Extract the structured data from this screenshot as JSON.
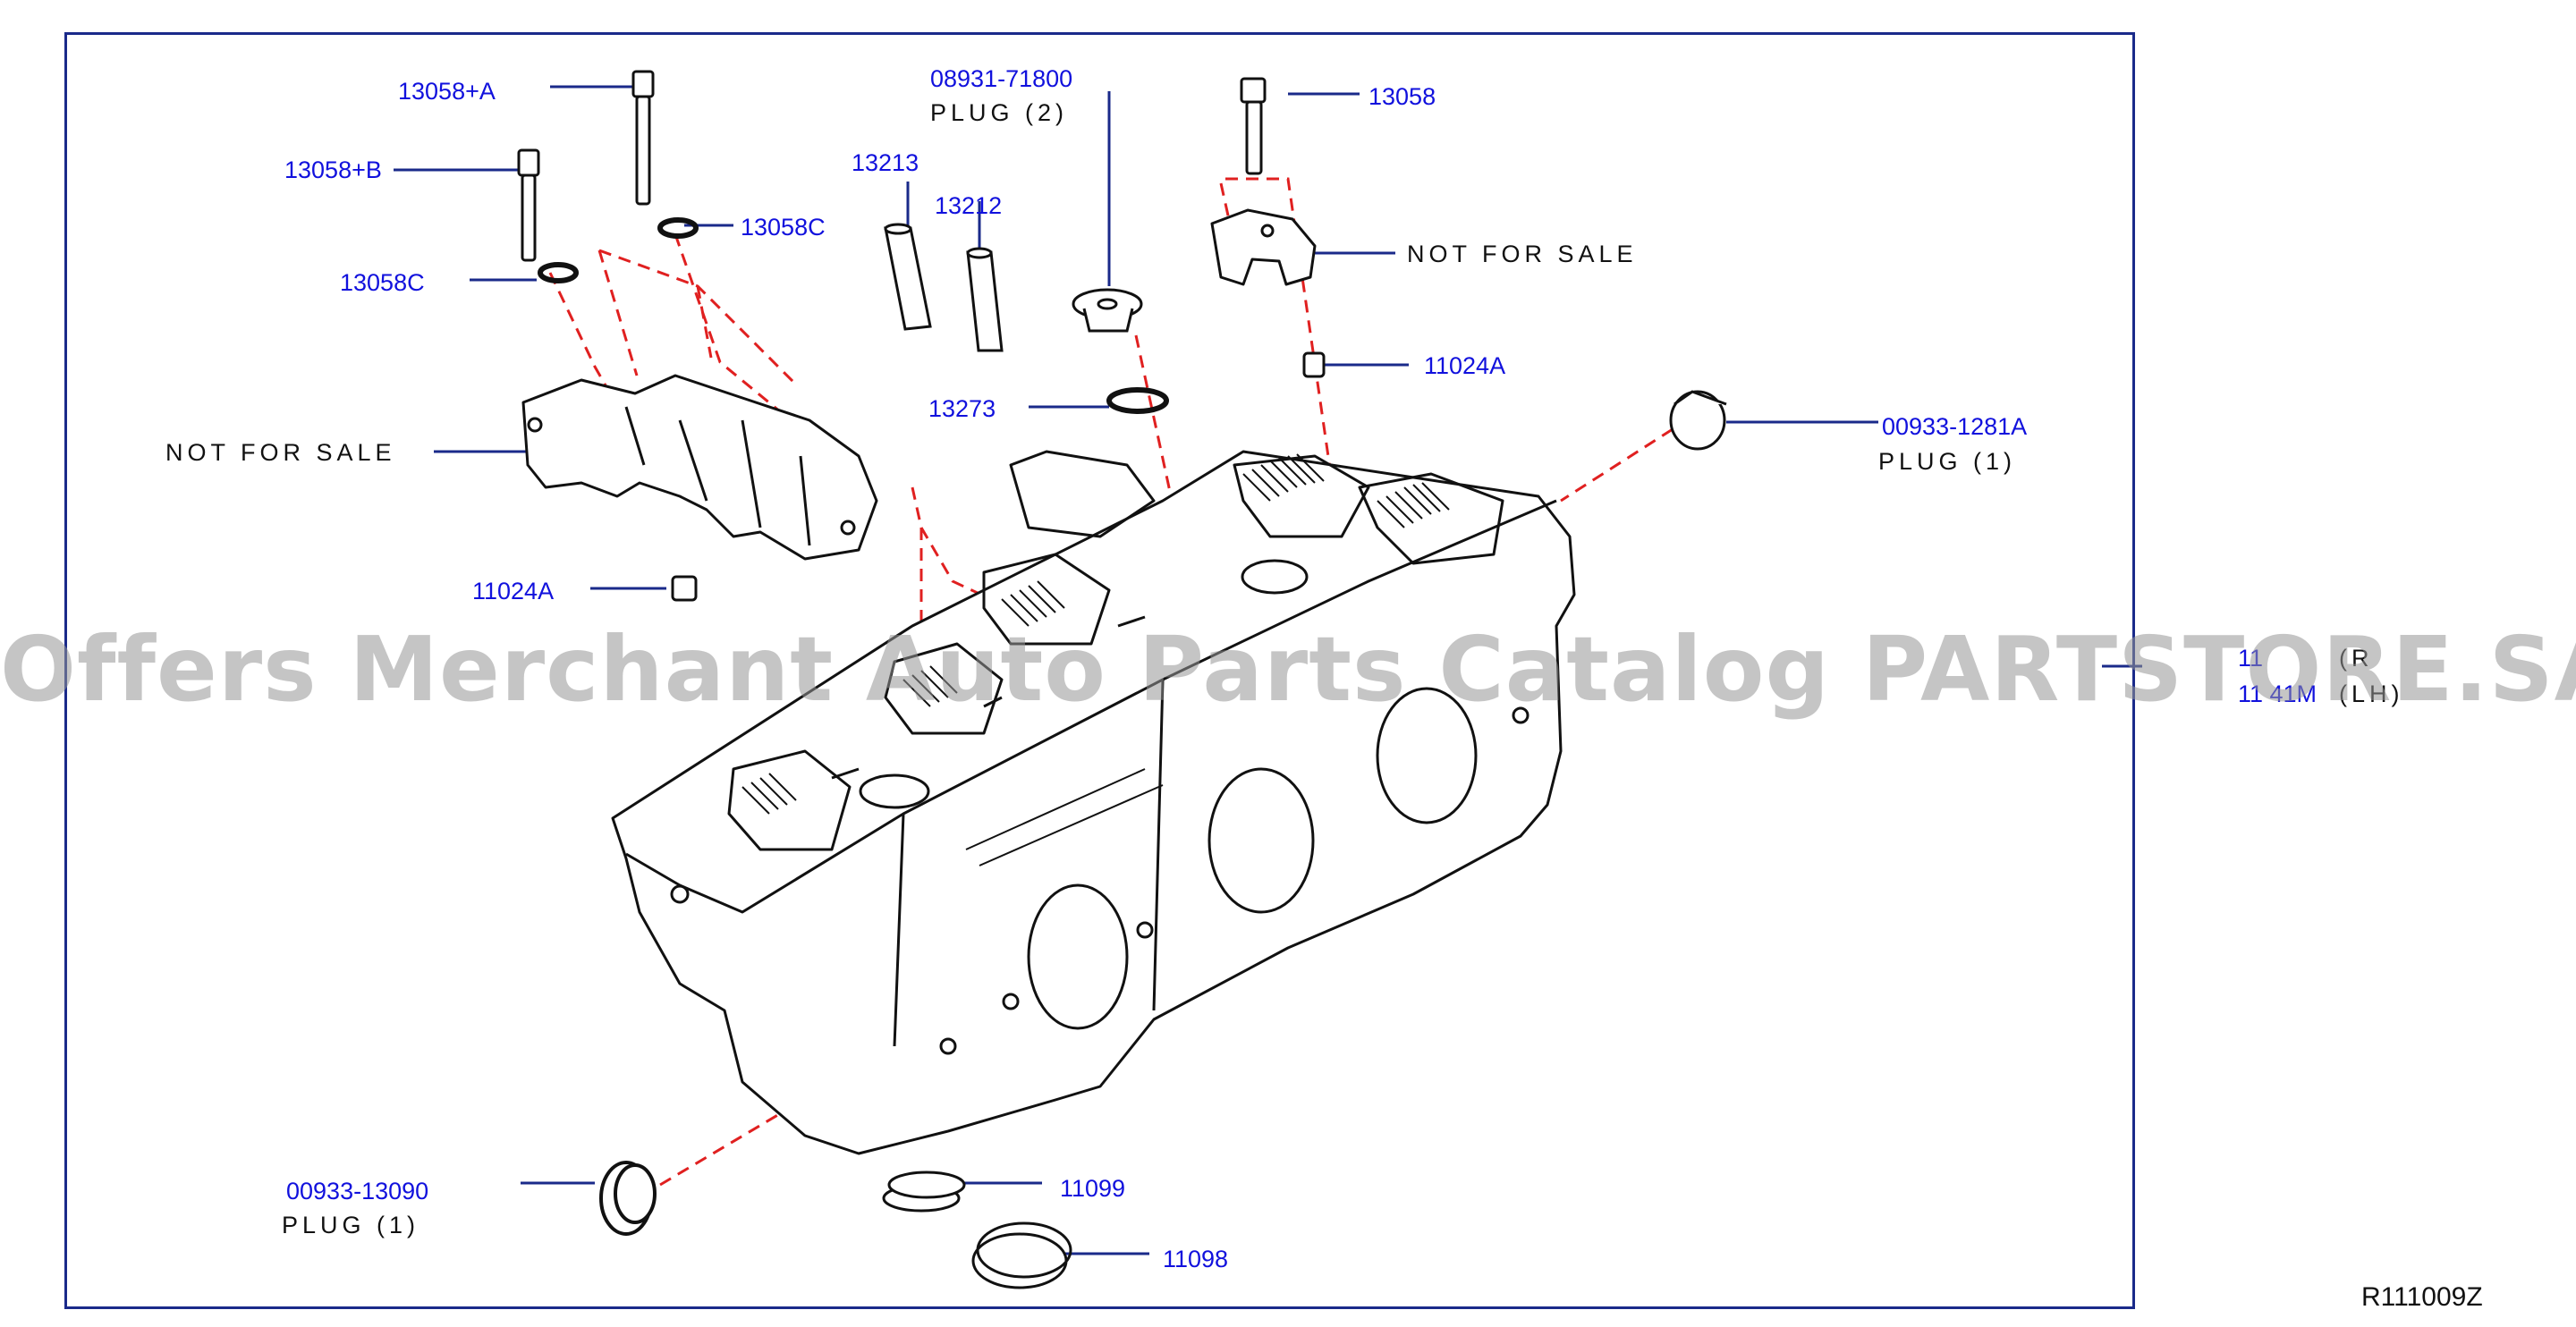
{
  "labels": {
    "p13058a": "13058+A",
    "p13058b": "13058+B",
    "p13058c_top": "13058C",
    "p13058c_left": "13058C",
    "p13213": "13213",
    "p13212": "13212",
    "p08931": "08931-71800",
    "plug2": "PLUG  (2)",
    "p13058": "13058",
    "nfs_right": "NOT  FOR  SALE",
    "p11024a_right": "11024A",
    "p13273": "13273",
    "nfs_left": "NOT  FOR  SALE",
    "p11024a_left": "11024A",
    "p00933_1281a": "00933-1281A",
    "plug1_right": "PLUG  (1)",
    "p111r_partial": "11",
    "p111r_paren": "(R",
    "p1104m": "11 41M",
    "p1104m_paren": "(LH)",
    "p00933_13090": "00933-13090",
    "plug1_left": "PLUG  (1)",
    "p11099": "11099",
    "p11098": "11098"
  },
  "watermark": "Offers Merchant Auto Parts Catalog PARTSTORE.SA",
  "diagram_code": "R111009Z",
  "colors": {
    "part_number": "#1111dd",
    "leader_line": "#1a2a8a",
    "dashed_guide": "#e02020",
    "frame": "#1a2a8a",
    "drawing": "#111111"
  }
}
